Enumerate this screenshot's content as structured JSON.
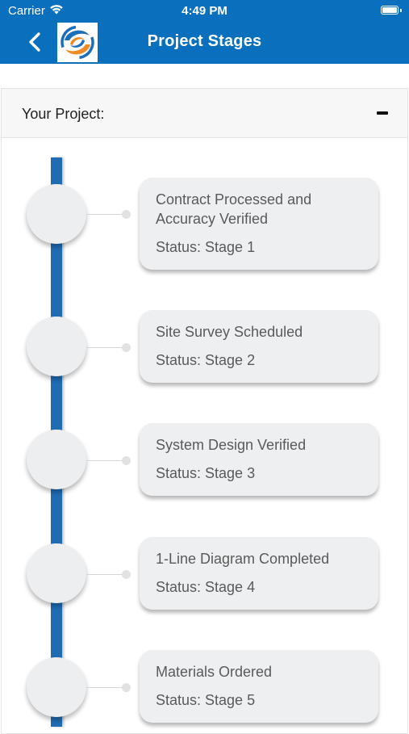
{
  "status_bar": {
    "carrier": "Carrier",
    "time": "4:49 PM"
  },
  "nav": {
    "title": "Project Stages",
    "back_icon": "chevron-left-icon",
    "logo_icon": "swirl-logo"
  },
  "panel": {
    "title": "Your Project:",
    "collapse_icon": "minus-icon"
  },
  "stages": [
    {
      "title": "Contract Processed and Accuracy Verified",
      "status": "Status: Stage 1"
    },
    {
      "title": "Site Survey Scheduled",
      "status": "Status: Stage 2"
    },
    {
      "title": "System Design Verified",
      "status": "Status: Stage 3"
    },
    {
      "title": "1-Line Diagram Completed",
      "status": "Status: Stage 4"
    },
    {
      "title": "Materials Ordered",
      "status": "Status: Stage 5"
    }
  ],
  "colors": {
    "header": "#0a6fbc",
    "timeline": "#1f6cb3",
    "card": "#edeff1",
    "logo_blue": "#1c6eb8",
    "logo_orange": "#ef8a25"
  }
}
